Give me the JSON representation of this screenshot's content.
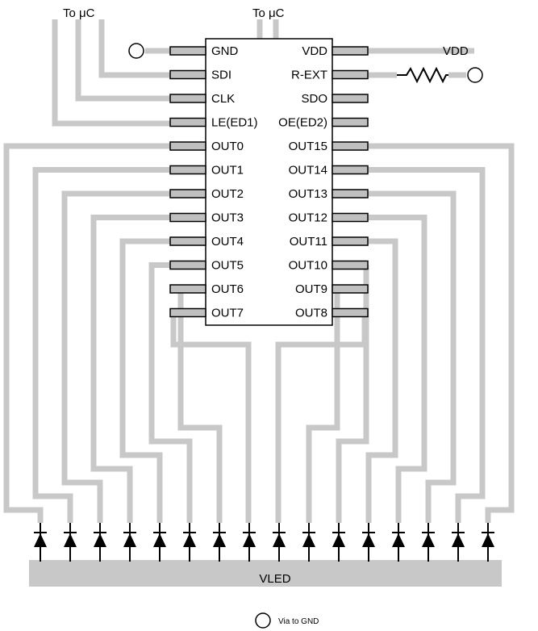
{
  "top_labels": {
    "left": "To μC",
    "right": "To μC"
  },
  "chip": {
    "left_pins": [
      "GND",
      "SDI",
      "CLK",
      "LE(ED1)",
      "OUT0",
      "OUT1",
      "OUT2",
      "OUT3",
      "OUT4",
      "OUT5",
      "OUT6",
      "OUT7"
    ],
    "right_pins": [
      "VDD",
      "R-EXT",
      "SDO",
      "OE(ED2)",
      "OUT15",
      "OUT14",
      "OUT13",
      "OUT12",
      "OUT11",
      "OUT10",
      "OUT9",
      "OUT8"
    ]
  },
  "vdd_label": "VDD",
  "vled_label": "VLED",
  "legend_label": "Via to GND",
  "led_count": 16
}
